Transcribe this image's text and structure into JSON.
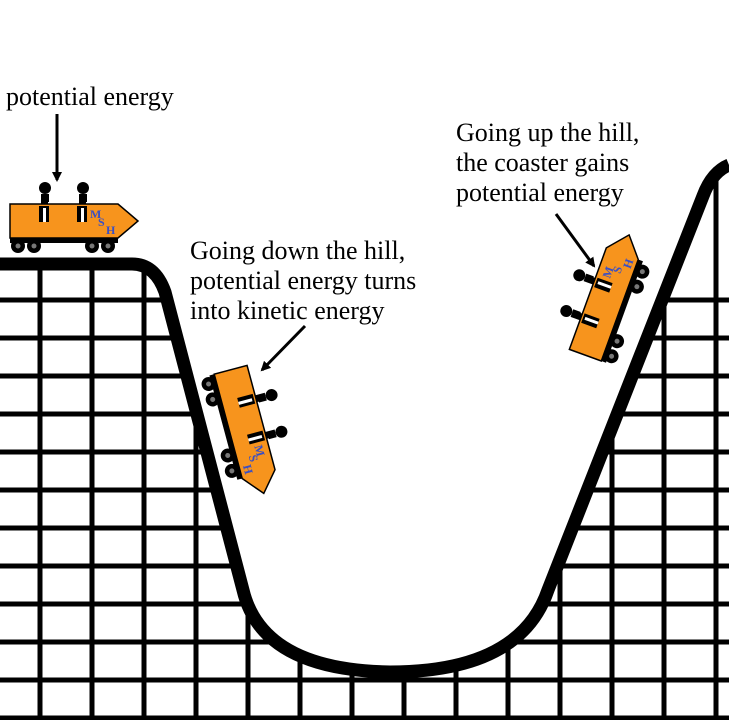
{
  "labels": {
    "top": [
      "potential energy"
    ],
    "down": [
      "Going down the hill,",
      "potential energy turns",
      "into kinetic energy"
    ],
    "up": [
      "Going up the hill,",
      "the coaster gains",
      "potential energy"
    ]
  },
  "car": {
    "letters": [
      "M",
      "S",
      "H"
    ],
    "body_color": "#f7941d",
    "letter_color": "#3a4fc4"
  },
  "colors": {
    "track": "#000000",
    "background": "#ffffff"
  }
}
